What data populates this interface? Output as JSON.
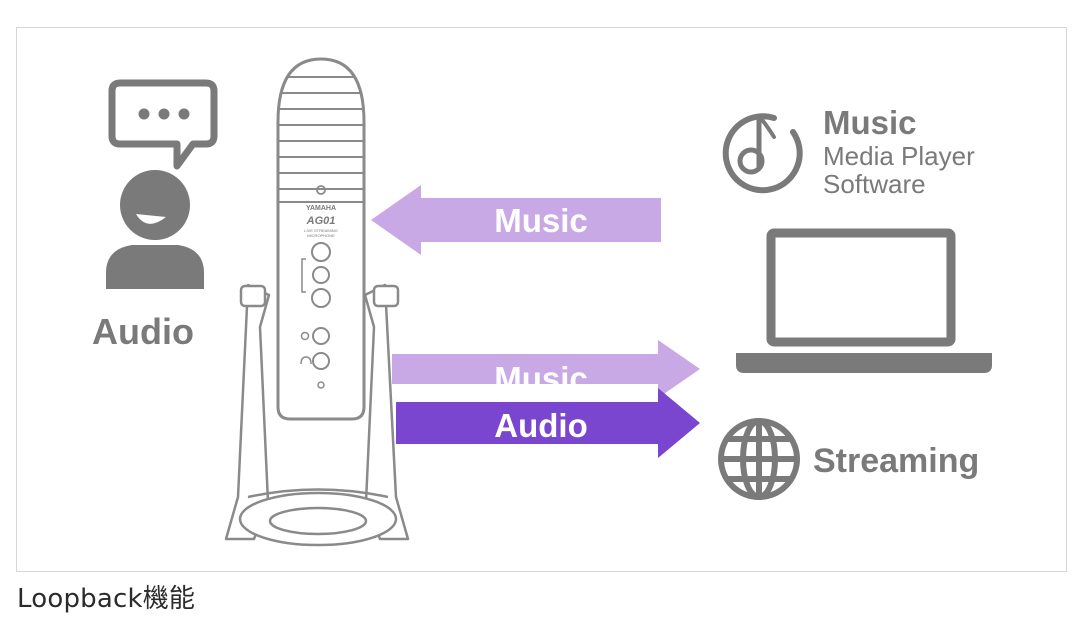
{
  "diagram": {
    "person_label": "Audio",
    "mic_brand": "YAMAHA",
    "mic_model": "AG01",
    "mic_subtitle_1": "LIVE STREAMING",
    "mic_subtitle_2": "MICROPHONE",
    "arrow_top_label": "Music",
    "arrow_middle_label": "Music",
    "arrow_bottom_label": "Audio",
    "music_title": "Music",
    "music_line_1": "Media Player",
    "music_line_2": "Software",
    "streaming_label": "Streaming",
    "colors": {
      "grey_icon": "#7a7a7a",
      "arrow_light": "#c9a8e6",
      "arrow_dark": "#7a45cf",
      "mic_outline": "#8a8a8a"
    }
  },
  "caption": "Loopback機能"
}
